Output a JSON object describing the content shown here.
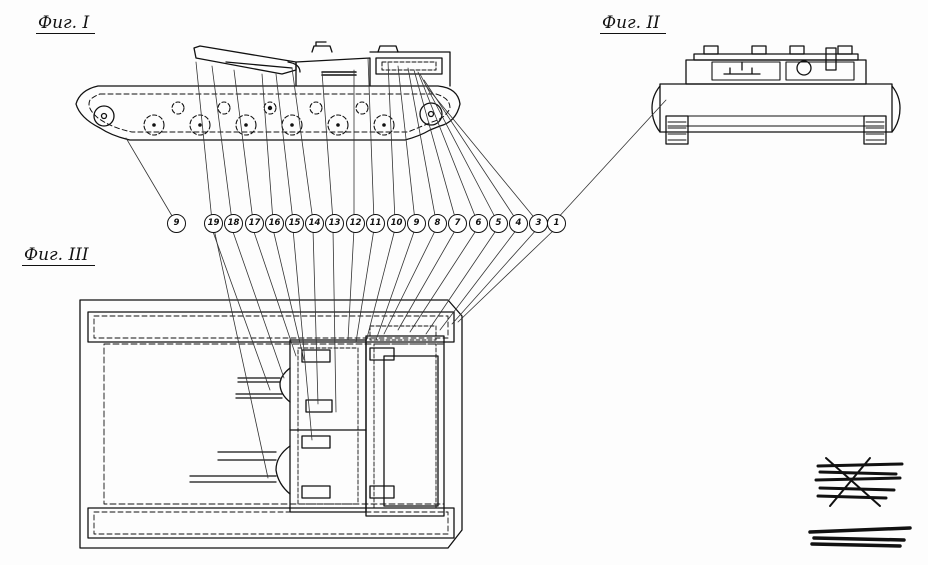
{
  "figures": {
    "fig1": "Фиг. I",
    "fig2": "Фиг. II",
    "fig3": "Фиг. III"
  },
  "callouts": [
    "9",
    "19",
    "18",
    "17",
    "16",
    "15",
    "14",
    "13",
    "12",
    "11",
    "10",
    "9",
    "8",
    "7",
    "6",
    "5",
    "4",
    "3",
    "1"
  ],
  "colors": {
    "ink": "#111111",
    "paper": "#fdfdfd"
  }
}
